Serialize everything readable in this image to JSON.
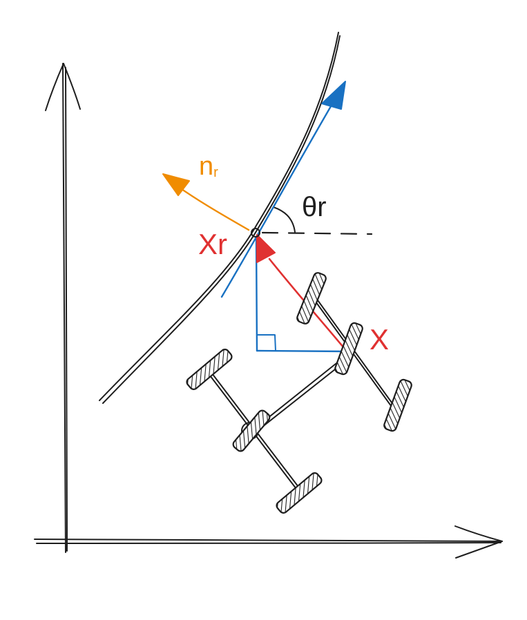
{
  "labels": {
    "normal_main": "n",
    "normal_sub": "r",
    "angle": "θr",
    "reference_point": "Xr",
    "vehicle_point": "X"
  },
  "colors": {
    "ink": "#1e1e1e",
    "tangent": "#1971c2",
    "normal": "#f08c00",
    "error": "#e03131",
    "wheel_fill": "#1e1e1e"
  }
}
